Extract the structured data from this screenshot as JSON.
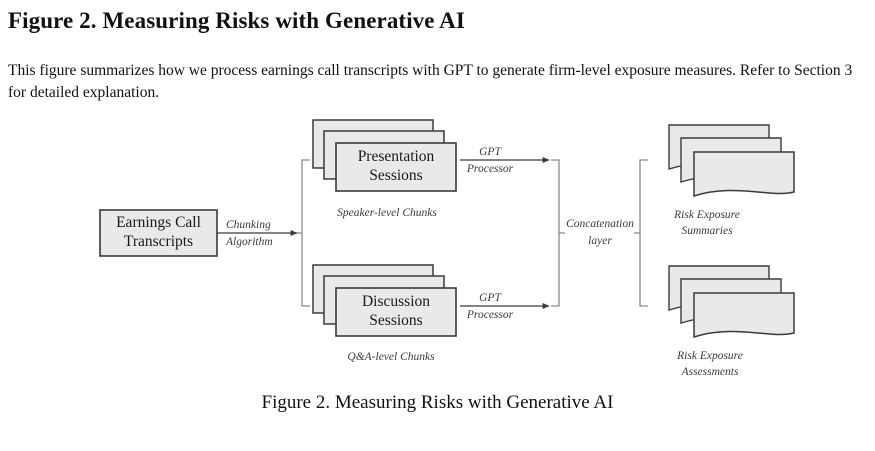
{
  "page": {
    "title": "Figure 2. Measuring Risks with Generative AI",
    "description": "This figure summarizes how we process earnings call transcripts with GPT to generate firm-level exposure measures. Refer to Section 3 for detailed explanation.",
    "caption": "Figure 2. Measuring Risks with Generative AI"
  },
  "colors": {
    "box_fill": "#e9e9e9",
    "box_stroke": "#3a3a3a",
    "doc_fill": "#e9e9e9",
    "connector": "#4a4a4a",
    "text": "#1a1a1a",
    "label_text": "#3a3a3a",
    "background": "#ffffff"
  },
  "diagram": {
    "input": {
      "label_line1": "Earnings Call",
      "label_line2": "Transcripts"
    },
    "edges": {
      "chunking": {
        "above": "Chunking",
        "below": "Algorithm"
      },
      "gpt_top": {
        "above": "GPT",
        "below": "Processor"
      },
      "gpt_bottom": {
        "above": "GPT",
        "below": "Processor"
      },
      "concatenation": {
        "line1": "Concatenation",
        "line2": "layer"
      }
    },
    "chunk_stacks": [
      {
        "id": "presentation",
        "label_line1": "Presentation",
        "label_line2": "Sessions",
        "caption": "Speaker-level Chunks",
        "sheets": 3
      },
      {
        "id": "discussion",
        "label_line1": "Discussion",
        "label_line2": "Sessions",
        "caption": "Q&A-level Chunks",
        "sheets": 3
      }
    ],
    "output_stacks": [
      {
        "id": "summaries",
        "caption_line1": "Risk Exposure",
        "caption_line2": "Summaries",
        "sheets": 3
      },
      {
        "id": "assessments",
        "caption_line1": "Risk Exposure",
        "caption_line2": "Assessments",
        "sheets": 3
      }
    ]
  }
}
